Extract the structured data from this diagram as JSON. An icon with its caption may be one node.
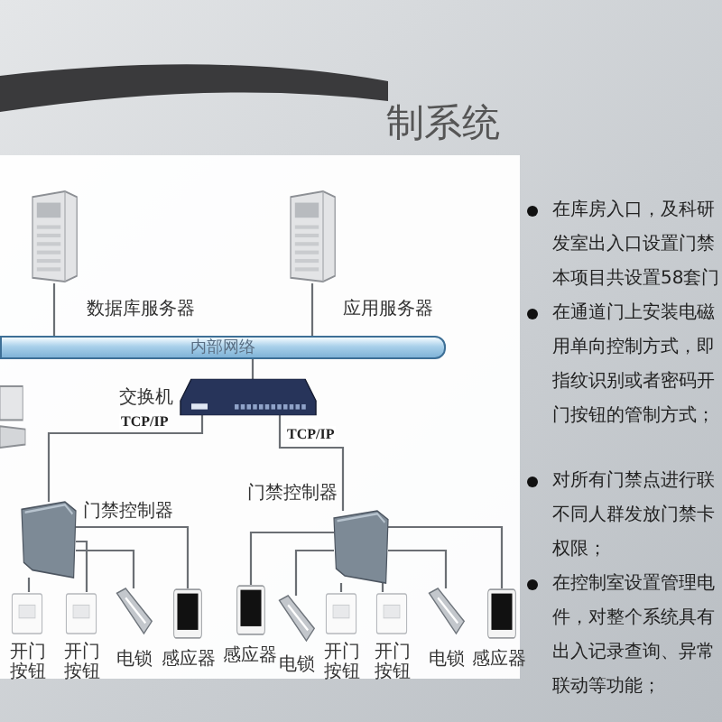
{
  "diagram": {
    "title": "制系统",
    "nodes": [
      {
        "text": [],
        "shape": "picture",
        "beside": [
          "数据库服务器"
        ]
      },
      {
        "text": [],
        "shape": "picture",
        "beside": [
          "应用服务器"
        ]
      },
      {
        "text": [
          "内部网络"
        ]
      },
      {
        "text": [],
        "shape": "picture"
      },
      {
        "text": [],
        "shape": "picture",
        "beside": [
          "交换机"
        ]
      },
      {
        "text": [],
        "shape": "picture",
        "beside": [
          "门禁控制器"
        ]
      },
      {
        "text": [],
        "shape": "picture",
        "beside": [
          "门禁控制器"
        ]
      },
      {
        "text": [],
        "shape": "picture",
        "beside": [
          "开门按钮"
        ]
      },
      {
        "text": [],
        "shape": "picture",
        "beside": [
          "开门按钮"
        ]
      },
      {
        "text": [],
        "shape": "picture",
        "beside": [
          "电锁"
        ]
      },
      {
        "text": [],
        "shape": "picture",
        "beside": [
          "感应器"
        ]
      },
      {
        "text": [],
        "shape": "picture",
        "beside": [
          "感应器"
        ]
      },
      {
        "text": [],
        "shape": "picture",
        "beside": [
          "电锁"
        ]
      },
      {
        "text": [],
        "shape": "picture",
        "beside": [
          "开门按钮"
        ]
      },
      {
        "text": [],
        "shape": "picture",
        "beside": [
          "开门按钮"
        ]
      },
      {
        "text": [],
        "shape": "picture",
        "beside": [
          "电锁"
        ]
      },
      {
        "text": [],
        "shape": "picture",
        "beside": [
          "感应器"
        ]
      }
    ],
    "edges": [
      {
        "from": 0,
        "to": 2,
        "arrow": "none"
      },
      {
        "from": 1,
        "to": 2,
        "arrow": "none"
      },
      {
        "from": 4,
        "to": 2,
        "arrow": "none"
      },
      {
        "from": 4,
        "to": 5,
        "arrow": "none",
        "label": "TCP/IP"
      },
      {
        "from": 4,
        "to": 6,
        "arrow": "none",
        "label": "TCP/IP"
      },
      {
        "from": 5,
        "to": 7,
        "arrow": "none"
      },
      {
        "from": 5,
        "to": 8,
        "arrow": "none"
      },
      {
        "from": 5,
        "to": 9,
        "arrow": "none"
      },
      {
        "from": 5,
        "to": 10,
        "arrow": "none"
      },
      {
        "from": 6,
        "to": 11,
        "arrow": "none"
      },
      {
        "from": 6,
        "to": 12,
        "arrow": "none"
      },
      {
        "from": 6,
        "to": 13,
        "arrow": "none"
      },
      {
        "from": 6,
        "to": 14,
        "arrow": "none"
      },
      {
        "from": 6,
        "to": 15,
        "arrow": "none"
      },
      {
        "from": 6,
        "to": 16,
        "arrow": "none"
      }
    ],
    "labels": [
      "在库房入口，及科研发室出入口设置门禁本项目共设置58套门",
      "在通道门上安装电磁用单向控制方式，即指纹识别或者密码开门按钮的管制方式；",
      "对所有门禁点进行联不同人群发放门禁卡权限；",
      "在控制室设置管理电件，对整个系统具有出入记录查询、异常联动等功能；"
    ]
  }
}
